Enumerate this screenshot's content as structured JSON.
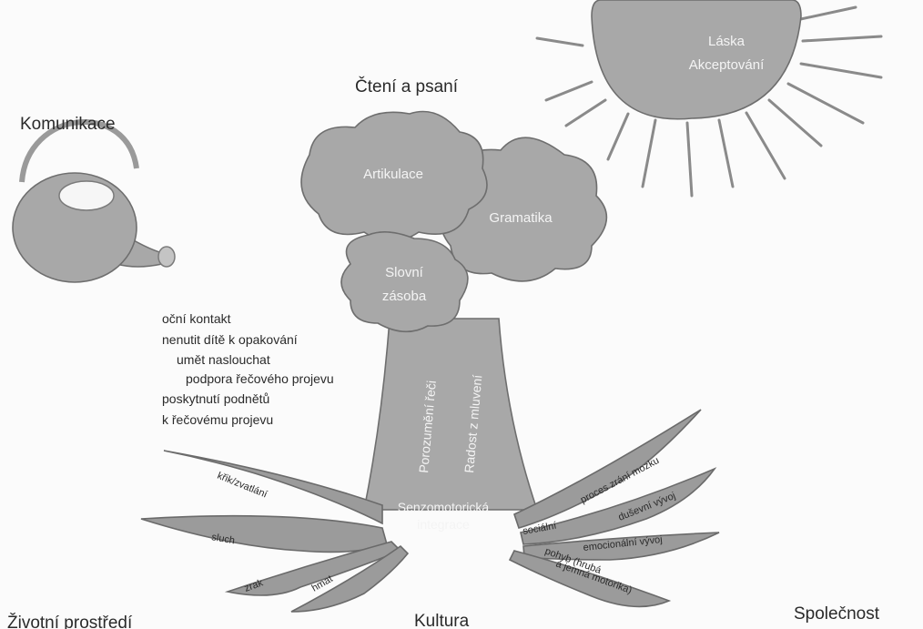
{
  "labels": {
    "komunikace": "Komunikace",
    "cteni": "Čtení a psaní",
    "zivotni": "Životní prostředí",
    "kultura": "Kultura",
    "spolecnost": "Společnost"
  },
  "sun": {
    "line1": "Láska",
    "line2": "Akceptování"
  },
  "clouds": {
    "artikulace": "Artikulace",
    "gramatika": "Gramatika",
    "slovni1": "Slovní",
    "slovni2": "zásoba"
  },
  "trunk": {
    "left": "Porozumění řeči",
    "right": "Radost z mluvení",
    "base1": "Senzomotorická",
    "base2": "integrace"
  },
  "notes": [
    "oční kontakt",
    "nenutit dítě k opakování",
    "umět naslouchat",
    "podpora řečového projevu",
    "poskytnutí podnětů",
    "k řečovému projevu"
  ],
  "roots": {
    "krik": "křik/zvatlání",
    "sluch": "sluch",
    "zrak": "zrak",
    "hmat": "hmat",
    "proces": "proces zrání mozku",
    "dusevni": "duševní vývoj",
    "socialni": "sociální",
    "emocionalni": "emocionální vývoj",
    "pohyb1": "pohyb (hrubá",
    "pohyb2": "a jemná motorika)"
  }
}
